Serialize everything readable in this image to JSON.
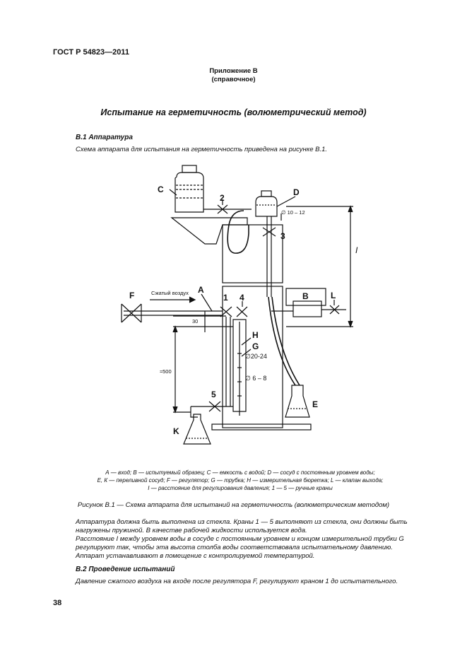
{
  "header": {
    "standard": "ГОСТ Р 54823—2011"
  },
  "annex": {
    "title": "Приложение В",
    "subtitle": "(справочное)"
  },
  "page_title": "Испытание на герметичность (волюметрический метод)",
  "sections": {
    "b1": {
      "heading": "В.1 Аппаратура",
      "intro": "Схема аппарата для испытания на герметичность приведена на рисунке В.1."
    },
    "b2": {
      "heading": "В.2 Проведение испытаний",
      "text": "Давление сжатого воздуха на входе после регулятора F, регулируют краном 1 до испытательного."
    }
  },
  "figure": {
    "labels": {
      "C": "C",
      "D": "D",
      "B": "B",
      "L": "L",
      "F": "F",
      "A": "A",
      "H": "H",
      "G": "G",
      "E": "E",
      "K": "K",
      "tap1": "1",
      "tap2": "2",
      "tap3": "3",
      "tap4": "4",
      "tap5": "5",
      "dim_I": "I",
      "air": "Сжатый воздух",
      "d_10_12": "∅ 10 – 12",
      "d_20_24": "∅20-24",
      "d_6_8": "∅ 6 – 8",
      "dim_30": "30",
      "dim_500": "≈500"
    },
    "legend": [
      "А — вход; В — испытуемый образец; С — емкость с водой; D — сосуд с постоянным уровнем воды;",
      "Е, К — переливной сосуд; F — регулятор; G — трубка; Н — измерительная бюретка; L — клапан выхода;",
      "I — расстояние для регулирования давления; 1 — 5 — ручные краны"
    ],
    "caption": "Рисунок В.1 — Схема аппарата для испытаний на герметичность (волюметрическим методом)"
  },
  "body": {
    "p1": "Аппаратура должна быть выполнена из стекла. Краны 1 — 5 выполняют из стекла, они должны быть нагружены пружиной. В качестве рабочей жидкости используется вода.",
    "p2": "Расстояние I между уровнем воды в сосуде с постоянным уровнем и концом измерительной трубки G регулируют так, чтобы эта высота столба воды соответствовала испытательному давлению.",
    "p3": "Аппарат устанавливают в помещение с контролируемой температурой."
  },
  "page_number": "38"
}
